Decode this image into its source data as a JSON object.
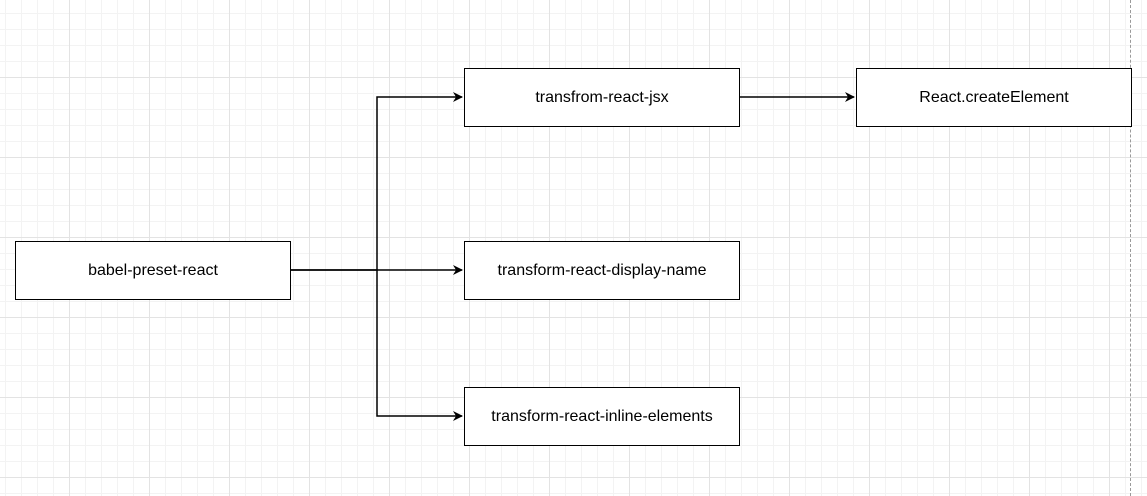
{
  "diagram": {
    "nodes": {
      "preset": {
        "label": "babel-preset-react"
      },
      "jsx": {
        "label": "transfrom-react-jsx"
      },
      "display_name": {
        "label": "transform-react-display-name"
      },
      "inline_elements": {
        "label": "transform-react-inline-elements"
      },
      "create_element": {
        "label": "React.createElement"
      }
    },
    "edges": [
      {
        "from": "preset",
        "to": "jsx"
      },
      {
        "from": "preset",
        "to": "display_name"
      },
      {
        "from": "preset",
        "to": "inline_elements"
      },
      {
        "from": "jsx",
        "to": "create_element"
      }
    ],
    "colors": {
      "stroke": "#000000",
      "node_fill": "#ffffff"
    }
  }
}
